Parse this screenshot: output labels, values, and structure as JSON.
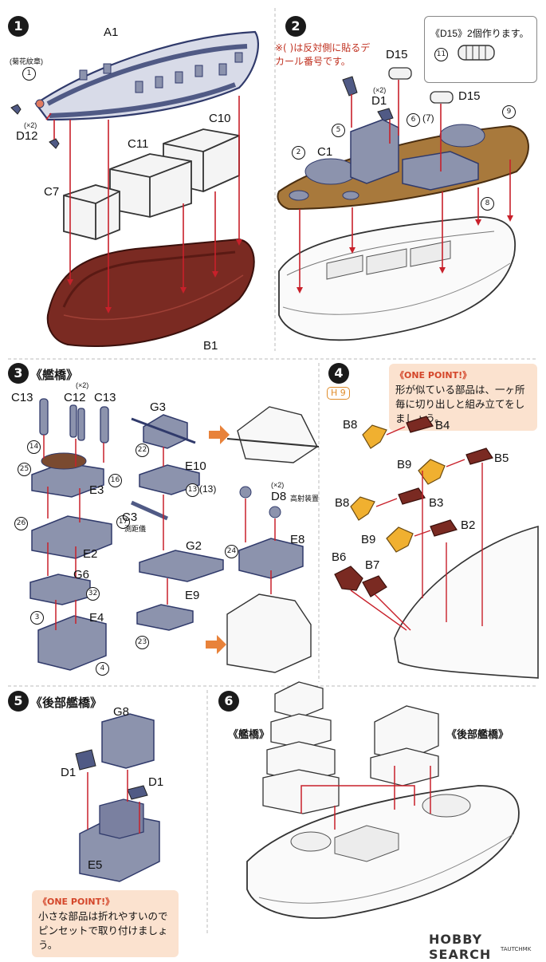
{
  "steps": {
    "s1": {
      "num": "1"
    },
    "s2": {
      "num": "2",
      "note": "※( )は反対側に貼るデカール番号です。"
    },
    "s3": {
      "num": "3",
      "title": "《艦橋》"
    },
    "s4": {
      "num": "4",
      "tag": "H 9"
    },
    "s5": {
      "num": "5",
      "title": "《後部艦橋》"
    },
    "s6": {
      "num": "6",
      "bridge_label": "《艦橋》",
      "rear_bridge_label": "《後部艦橋》"
    }
  },
  "step1_labels": {
    "a1": "A1",
    "kiku": "(菊花紋章)",
    "d12": "D12",
    "x2": "(×2)",
    "c10": "C10",
    "c11": "C11",
    "c7": "C7",
    "b1": "B1",
    "callout1": "1"
  },
  "step2_labels": {
    "d15_box_title": "《D15》2個作ります。",
    "d15_box_callout": "11",
    "d15a": "D15",
    "d15b": "D15",
    "d1": "D1",
    "x2": "(×2)",
    "c1": "C1",
    "c5": "5",
    "c6": "6",
    "c7": "(7)",
    "c2": "2",
    "c8": "8",
    "c9": "9"
  },
  "step3_labels": {
    "c13a": "C13",
    "c12": "C12",
    "c13b": "C13",
    "x2": "(×2)",
    "e3": "E3",
    "e2": "E2",
    "g6": "G6",
    "e4": "E4",
    "g3": "G3",
    "e10": "E10",
    "c3": "C3",
    "c3_sub": "測距儀",
    "g2": "G2",
    "e9": "E9",
    "d8": "D8",
    "d8_sub": "高射装置",
    "d8_x2": "(×2)",
    "e8": "E8",
    "n14": "14",
    "n25": "25",
    "n16": "16",
    "n26": "26",
    "n17": "17",
    "n32": "32",
    "n3": "3",
    "n4": "4",
    "n22": "22",
    "n13": "13",
    "n13p": "(13)",
    "n23": "23",
    "n24": "24"
  },
  "step4": {
    "onepoint_head": "《ONE POINT!》",
    "onepoint_text": "形が似ている部品は、一ヶ所毎に切り出しと組み立てをしましょう。",
    "b8a": "B8",
    "b4": "B4",
    "b9a": "B9",
    "b5": "B5",
    "b8b": "B8",
    "b3": "B3",
    "b9b": "B9",
    "b2": "B2",
    "b6": "B6",
    "b7": "B7"
  },
  "step5": {
    "g8": "G8",
    "d1a": "D1",
    "d1b": "D1",
    "e5": "E5",
    "onepoint_head": "《ONE POINT!》",
    "onepoint_text": "小さな部品は折れやすいのでピンセットで取り付けましょう。"
  },
  "footer": {
    "brand": "HOBBY SEARCH",
    "sub": "TAUTCHMK"
  },
  "colors": {
    "gray_part": "#8c93ad",
    "hull_red": "#7a2a22",
    "deck_wood": "#a8793c",
    "arrow_red": "#c8202a",
    "prop_yellow": "#f0b030",
    "step_orange": "#e8823a"
  }
}
